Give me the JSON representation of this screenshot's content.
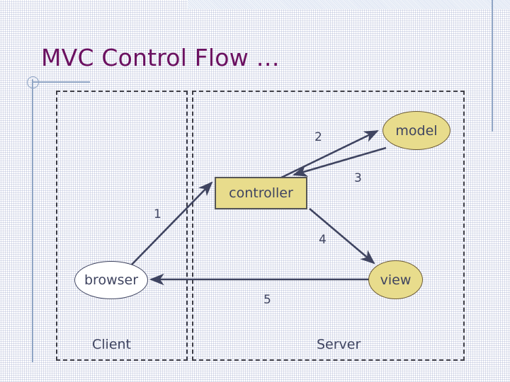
{
  "slide": {
    "title": "MVC Control Flow …",
    "title_color": "#6b1060",
    "background_color": "#ffffff",
    "grid_color": "#96a0c8",
    "top_band_color": "#dbe3f2",
    "accent_line_color": "#8fa4c4"
  },
  "zones": [
    {
      "id": "client",
      "label": "Client"
    },
    {
      "id": "server",
      "label": "Server"
    }
  ],
  "nodes": [
    {
      "id": "browser",
      "label": "browser",
      "shape": "ellipse",
      "fill": "#ffffff",
      "stroke": "#3f4460"
    },
    {
      "id": "controller",
      "label": "controller",
      "shape": "rectangle",
      "fill": "#e8dc8c",
      "stroke": "#555555"
    },
    {
      "id": "model",
      "label": "model",
      "shape": "ellipse",
      "fill": "#e8dc8c",
      "stroke": "#6b5a34"
    },
    {
      "id": "view",
      "label": "view",
      "shape": "ellipse",
      "fill": "#e8dc8c",
      "stroke": "#6b5a34"
    }
  ],
  "edges": [
    {
      "step": "1",
      "from": "browser",
      "to": "controller",
      "label": "1"
    },
    {
      "step": "2",
      "from": "controller",
      "to": "model",
      "label": "2"
    },
    {
      "step": "3",
      "from": "model",
      "to": "controller",
      "label": "3"
    },
    {
      "step": "4",
      "from": "controller",
      "to": "view",
      "label": "4"
    },
    {
      "step": "5",
      "from": "view",
      "to": "browser",
      "label": "5"
    }
  ],
  "edge_color": "#3f4460"
}
